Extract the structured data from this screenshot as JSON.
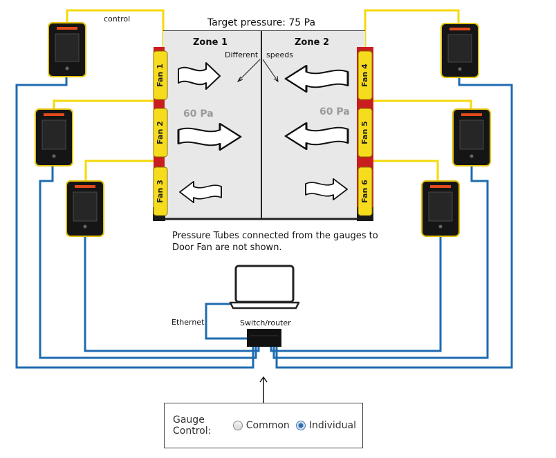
{
  "title": "Target pressure: 75 Pa",
  "zones": [
    {
      "name": "Zone 1",
      "pressure": "60 Pa"
    },
    {
      "name": "Zone 2",
      "pressure": "60 Pa"
    }
  ],
  "fans": [
    "Fan 1",
    "Fan 2",
    "Fan 3",
    "Fan 4",
    "Fan 5",
    "Fan 6"
  ],
  "labels": {
    "control": "control",
    "different_speeds_1": "Different",
    "different_speeds_2": "speeds",
    "ethernet": "Ethernet",
    "switch_router": "Switch/router",
    "note": "Pressure Tubes connected from the gauges to Door Fan are not shown."
  },
  "gauge_control": {
    "label": "Gauge Control:",
    "options": [
      {
        "label": "Common",
        "selected": false
      },
      {
        "label": "Individual",
        "selected": true
      }
    ]
  },
  "colors": {
    "yellow_wire": "#f5d90a",
    "blue_wire": "#1e6bb0",
    "fan_red": "#c81e1e",
    "fan_yellow": "#f7dc1d",
    "zone_fill": "#e8e8e8",
    "gauge_brand": "#e24a1a"
  }
}
